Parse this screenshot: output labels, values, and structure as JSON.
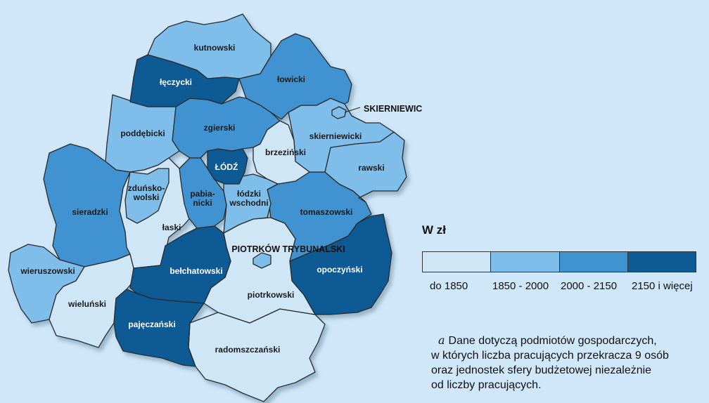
{
  "legend": {
    "title": "W zł",
    "classes": [
      {
        "label": "do 1850",
        "color": "#cfe6f7"
      },
      {
        "label": "1850 - 2000",
        "color": "#7fbdea"
      },
      {
        "label": "2000 - 2150",
        "color": "#3f93d0"
      },
      {
        "label": "2150 i więcej",
        "color": "#0d5a94"
      }
    ]
  },
  "footnote": {
    "marker": "a",
    "lines": [
      "Dane dotyczą podmiotów gospodarczych,",
      "w których liczba pracujących przekracza 9 osób",
      "oraz jednostek sfery budżetowej niezależnie",
      "od liczby pracujących."
    ]
  },
  "counties": [
    {
      "id": "kutnowski",
      "label": "kutnowski",
      "wage_class": 1
    },
    {
      "id": "leczycki",
      "label": "łęczycki",
      "wage_class": 3
    },
    {
      "id": "lowicki",
      "label": "łowicki",
      "wage_class": 2
    },
    {
      "id": "poddebicki",
      "label": "poddębicki",
      "wage_class": 1
    },
    {
      "id": "zgierski",
      "label": "zgierski",
      "wage_class": 2
    },
    {
      "id": "skierniewicki",
      "label": "skierniewicki",
      "wage_class": 1
    },
    {
      "id": "brzezinski",
      "label": "brzeziński",
      "wage_class": 0
    },
    {
      "id": "rawski",
      "label": "rawski",
      "wage_class": 1
    },
    {
      "id": "lodz",
      "label": "ŁÓDŹ",
      "wage_class": 3
    },
    {
      "id": "sieradzki",
      "label": "sieradzki",
      "wage_class": 2
    },
    {
      "id": "zdunskowolski",
      "label": "zduńsko-\nwolski",
      "wage_class": 1
    },
    {
      "id": "pabianicki",
      "label": "pabia-\nnicki",
      "wage_class": 2
    },
    {
      "id": "lodzki-wschodni",
      "label": "łódzki\nwschodni",
      "wage_class": 1
    },
    {
      "id": "tomaszowski",
      "label": "tomaszowski",
      "wage_class": 2
    },
    {
      "id": "laski",
      "label": "łaski",
      "wage_class": 0
    },
    {
      "id": "wieruszowski",
      "label": "wieruszowski",
      "wage_class": 1
    },
    {
      "id": "belchatowski",
      "label": "bełchatowski",
      "wage_class": 3
    },
    {
      "id": "opoczynski",
      "label": "opoczyński",
      "wage_class": 3
    },
    {
      "id": "wielunski",
      "label": "wieluński",
      "wage_class": 0
    },
    {
      "id": "piotrkowski",
      "label": "piotrkowski",
      "wage_class": 0
    },
    {
      "id": "pajeczanski",
      "label": "pajęczański",
      "wage_class": 3
    },
    {
      "id": "radomszczanski",
      "label": "radomszczański",
      "wage_class": 0
    }
  ],
  "cities": [
    {
      "id": "skierniewice",
      "label": "SKIERNIEWICE",
      "wage_class": 1
    },
    {
      "id": "piotrkow",
      "label": "PIOTRKÓW TRYBUNALSKI",
      "wage_class": 1
    }
  ]
}
